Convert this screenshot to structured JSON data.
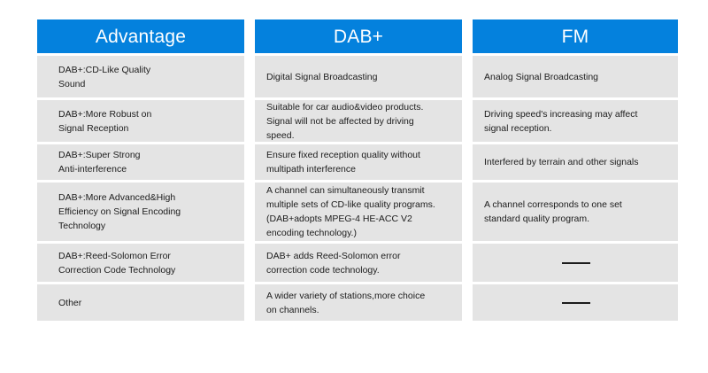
{
  "page": {
    "title": "DAB+ vs FM Advantage Comparison Table",
    "background_color": "#ffffff",
    "header_color": "#0481dd",
    "cell_color": "#e4e4e4",
    "text_color": "#1c1c1c"
  },
  "table": {
    "columns": [
      {
        "id": "advantage",
        "header": "Advantage"
      },
      {
        "id": "dabplus",
        "header": "DAB+"
      },
      {
        "id": "fm",
        "header": "FM"
      }
    ],
    "rows": [
      {
        "advantage": "DAB+:CD-Like Quality\nSound",
        "dabplus": "Digital Signal Broadcasting",
        "fm": "Analog Signal Broadcasting",
        "fm_is_dash": false
      },
      {
        "advantage": "DAB+:More Robust on\nSignal Reception",
        "dabplus": "Suitable for car audio&video products.\nSignal will not be affected by driving\nspeed.",
        "fm": "Driving speed's increasing may affect\nsignal reception.",
        "fm_is_dash": false
      },
      {
        "advantage": "DAB+:Super Strong\nAnti-interference",
        "dabplus": "Ensure fixed reception quality without\nmultipath interference",
        "fm": "Interfered by terrain and other signals",
        "fm_is_dash": false
      },
      {
        "advantage": "DAB+:More Advanced&High\nEfficiency on Signal Encoding\nTechnology",
        "dabplus": "A channel can simultaneously transmit\nmultiple sets of CD-like quality programs.\n(DAB+adopts MPEG-4 HE-ACC V2\nencoding technology.)",
        "fm": "A channel corresponds to one set\nstandard quality program.",
        "fm_is_dash": false
      },
      {
        "advantage": "DAB+:Reed-Solomon Error\nCorrection Code Technology",
        "dabplus": "DAB+ adds Reed-Solomon error\ncorrection code technology.",
        "fm": "——",
        "fm_is_dash": true
      },
      {
        "advantage": "Other",
        "dabplus": "A wider variety of stations,more choice\non channels.",
        "fm": "——",
        "fm_is_dash": true
      }
    ]
  }
}
